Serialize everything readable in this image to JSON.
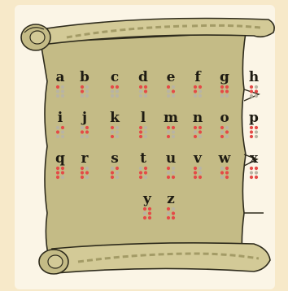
{
  "colors": {
    "background": "#f7e9c9",
    "frame": "#fbf5e6",
    "parchment": "#c4bb86",
    "parchment_shadow": "#a39b66",
    "outline": "#2e2b1c",
    "dot_raised": "#e44a47",
    "dot_flat": "#b8b4a4",
    "letter": "#1e1b12"
  },
  "braille": {
    "row1": [
      {
        "letter": "a",
        "dots": [
          1
        ]
      },
      {
        "letter": "b",
        "dots": [
          1,
          2
        ]
      },
      {
        "letter": "c",
        "dots": [
          1,
          4
        ]
      },
      {
        "letter": "d",
        "dots": [
          1,
          4,
          5
        ]
      },
      {
        "letter": "e",
        "dots": [
          1,
          5
        ]
      },
      {
        "letter": "f",
        "dots": [
          1,
          2,
          4
        ]
      },
      {
        "letter": "g",
        "dots": [
          1,
          2,
          4,
          5
        ]
      },
      {
        "letter": "h",
        "dots": [
          1,
          2,
          5
        ]
      }
    ],
    "row2": [
      {
        "letter": "i",
        "dots": [
          2,
          4
        ]
      },
      {
        "letter": "j",
        "dots": [
          2,
          4,
          5
        ]
      },
      {
        "letter": "k",
        "dots": [
          1,
          3
        ]
      },
      {
        "letter": "l",
        "dots": [
          1,
          2,
          3
        ]
      },
      {
        "letter": "m",
        "dots": [
          1,
          3,
          4
        ]
      },
      {
        "letter": "n",
        "dots": [
          1,
          3,
          4,
          5
        ]
      },
      {
        "letter": "o",
        "dots": [
          1,
          3,
          5
        ]
      },
      {
        "letter": "p",
        "dots": [
          1,
          2,
          3,
          4
        ]
      }
    ],
    "row3": [
      {
        "letter": "q",
        "dots": [
          1,
          2,
          3,
          4,
          5
        ]
      },
      {
        "letter": "r",
        "dots": [
          1,
          2,
          3,
          5
        ]
      },
      {
        "letter": "s",
        "dots": [
          2,
          3,
          4
        ]
      },
      {
        "letter": "t",
        "dots": [
          2,
          3,
          4,
          5
        ]
      },
      {
        "letter": "u",
        "dots": [
          1,
          3,
          6
        ]
      },
      {
        "letter": "v",
        "dots": [
          1,
          2,
          3,
          6
        ]
      },
      {
        "letter": "w",
        "dots": [
          2,
          4,
          5,
          6
        ]
      },
      {
        "letter": "x",
        "dots": [
          1,
          3,
          4,
          6
        ]
      }
    ],
    "row4": [
      {
        "letter": "y",
        "dots": [
          1,
          3,
          4,
          5,
          6
        ]
      },
      {
        "letter": "z",
        "dots": [
          1,
          3,
          5,
          6
        ]
      }
    ]
  }
}
